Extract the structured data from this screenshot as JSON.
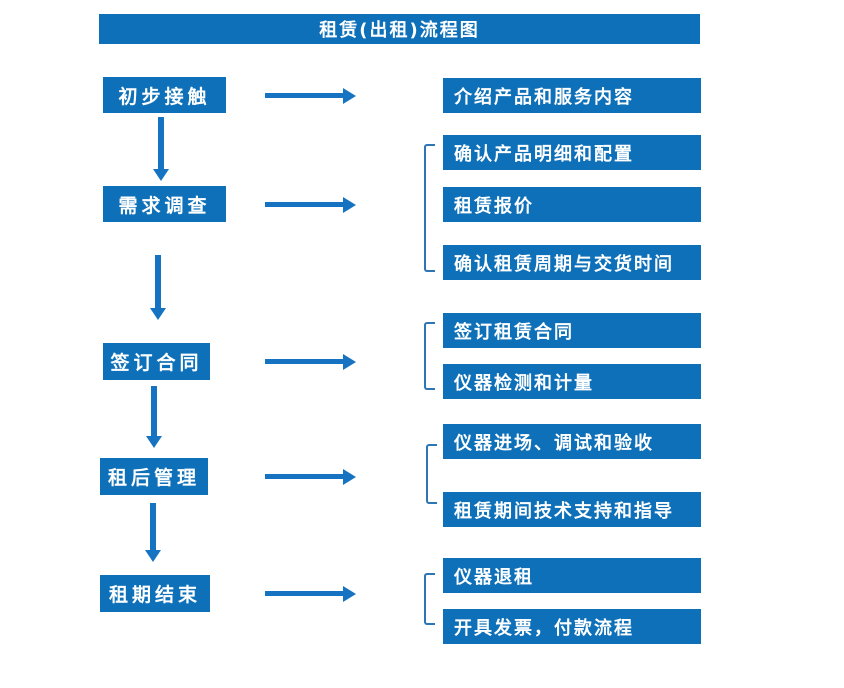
{
  "title": "租赁(出租)流程图",
  "colors": {
    "box_blue": "#0e70b8",
    "arrow_blue": "#1573c2",
    "bracket_blue": "#2e75b6",
    "text_white": "#ffffff"
  },
  "stages": [
    {
      "label": "初步接触",
      "outputs": [
        "介绍产品和服务内容"
      ]
    },
    {
      "label": "需求调查",
      "outputs": [
        "确认产品明细和配置",
        "租赁报价",
        "确认租赁周期与交货时间"
      ]
    },
    {
      "label": "签订合同",
      "outputs": [
        "签订租赁合同",
        "仪器检测和计量"
      ]
    },
    {
      "label": "租后管理",
      "outputs": [
        "仪器进场、调试和验收",
        "租赁期间技术支持和指导"
      ]
    },
    {
      "label": "租期结束",
      "outputs": [
        "仪器退租",
        "开具发票，付款流程"
      ]
    }
  ]
}
